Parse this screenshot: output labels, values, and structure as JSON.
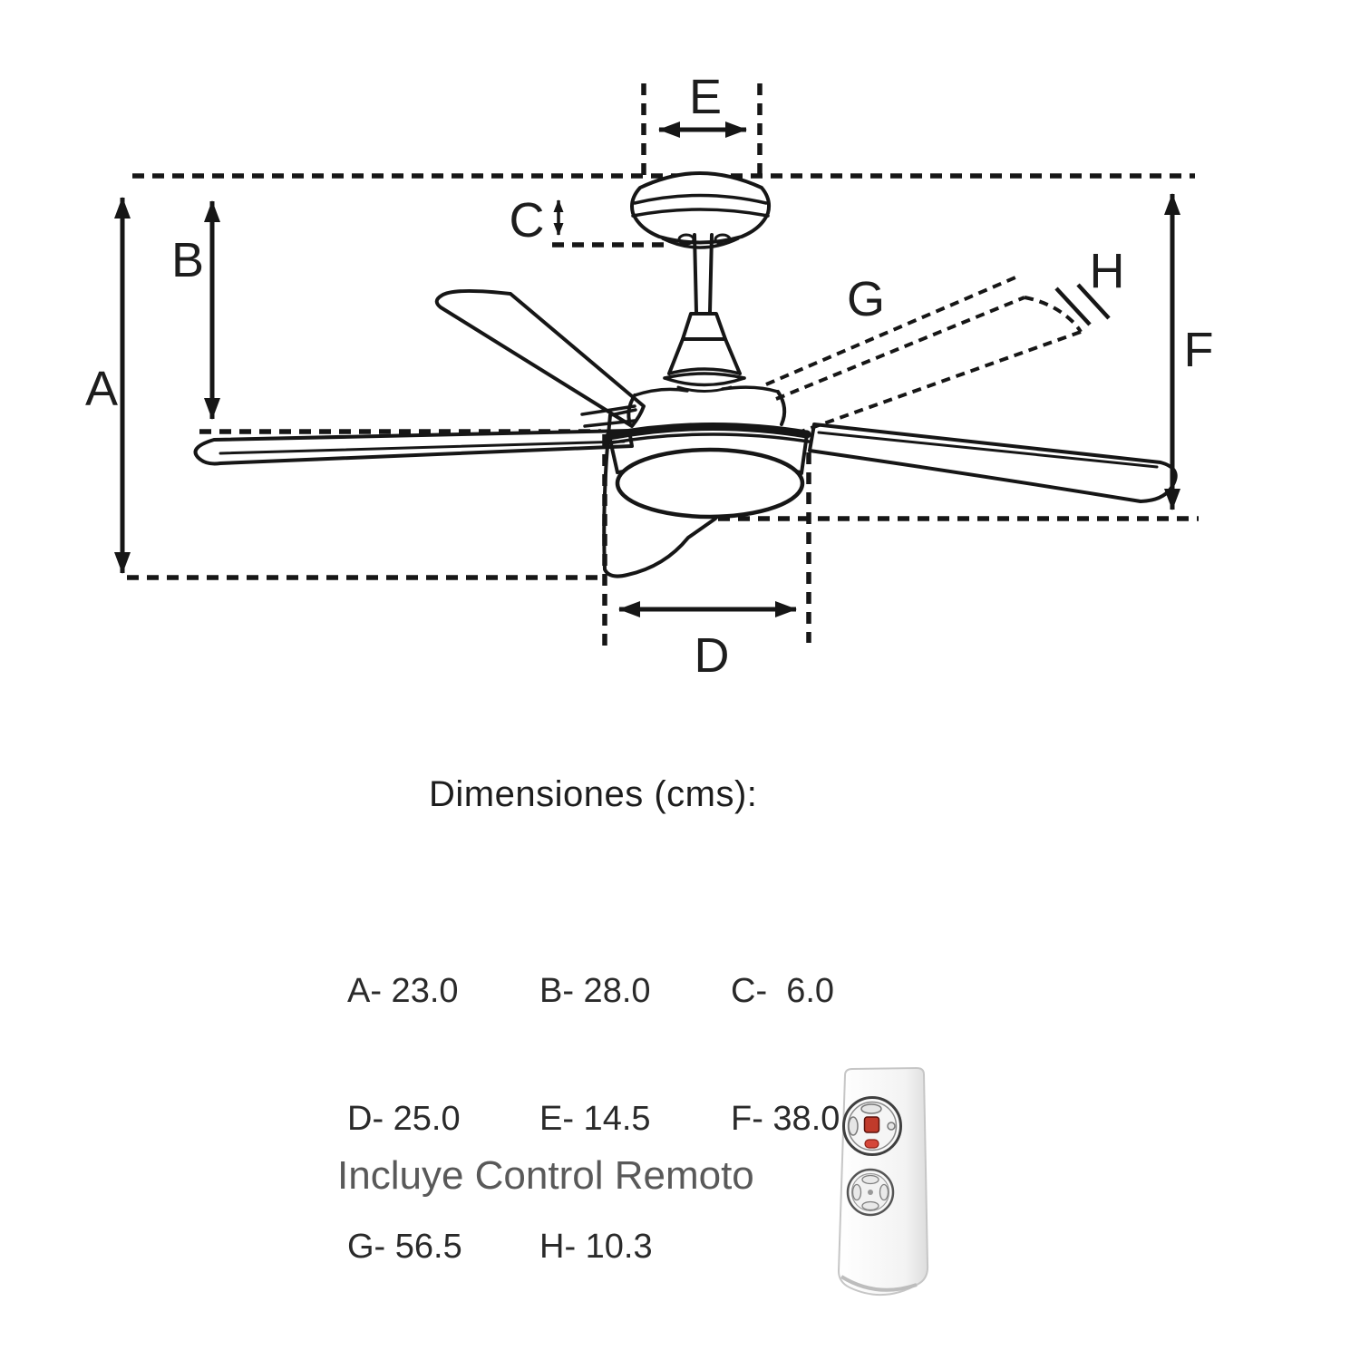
{
  "diagram": {
    "labels": {
      "A": "A",
      "B": "B",
      "C": "C",
      "D": "D",
      "E": "E",
      "F": "F",
      "G": "G",
      "H": "H"
    }
  },
  "dimensions": {
    "title": "Dimensiones (cms):",
    "rows": [
      [
        "A- 23.0",
        "B- 28.0",
        "C-  6.0"
      ],
      [
        "D- 25.0",
        "E- 14.5",
        "F- 38.0"
      ],
      [
        "G- 56.5",
        "H- 10.3",
        ""
      ]
    ]
  },
  "remote": {
    "note": "Incluye Control Remoto"
  },
  "colors": {
    "ink": "#161616",
    "note_gray": "#595959",
    "remote_red": "#c03a2b"
  }
}
